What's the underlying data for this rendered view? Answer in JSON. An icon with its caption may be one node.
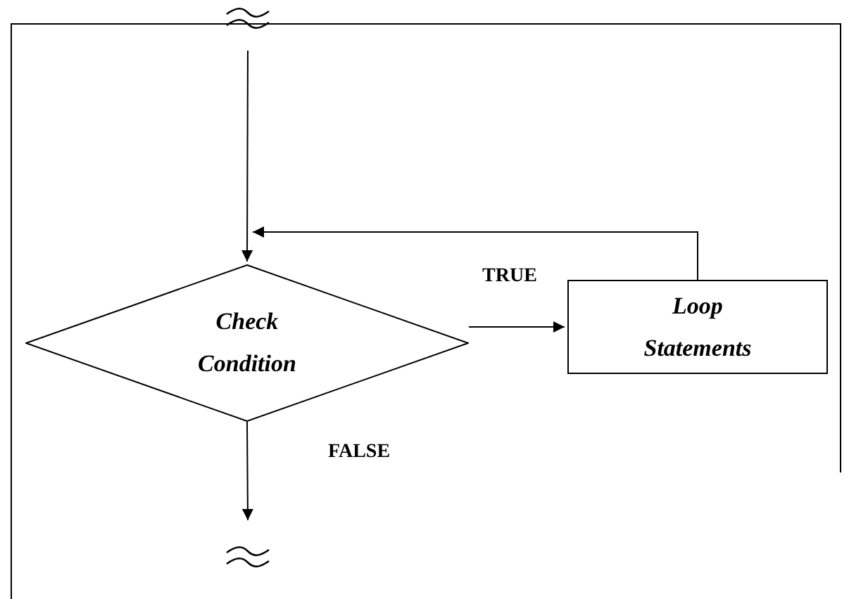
{
  "diagram": {
    "nodes": [
      {
        "text": [],
        "shape": "wave"
      },
      {
        "text": [
          "Check Condition"
        ]
      },
      {
        "text": [
          "Loop Statements"
        ]
      },
      {
        "text": [],
        "shape": "wave"
      }
    ],
    "edges": [
      {
        "from": 0,
        "to": 1,
        "arrow": "to"
      },
      {
        "from": 1,
        "to": 2,
        "arrow": "to",
        "label": "TRUE"
      },
      {
        "from": 2,
        "to": 1,
        "arrow": "to"
      },
      {
        "from": 1,
        "to": 3,
        "arrow": "to",
        "label": "FALSE"
      }
    ]
  }
}
